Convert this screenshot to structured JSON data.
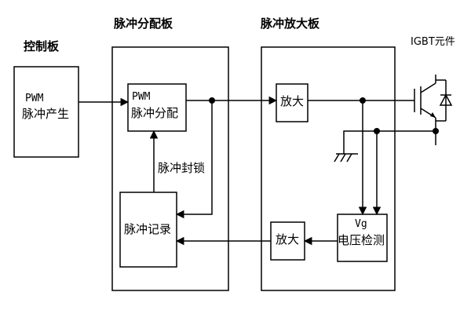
{
  "sections": {
    "control_board": "控制板",
    "pulse_dist_board": "脉冲分配板",
    "pulse_amp_board": "脉冲放大板",
    "igbt_element": "IGBT元件"
  },
  "blocks": {
    "pwm_gen": {
      "line1": "PWM",
      "line2": "脉冲产生"
    },
    "pwm_dist": {
      "line1": "PWM",
      "line2": "脉冲分配"
    },
    "pulse_record": "脉冲记录",
    "amp_top": "放大",
    "amp_bottom": "放大",
    "vg_detect": {
      "line1": "Vg",
      "line2": "电压检测"
    }
  },
  "labels": {
    "pulse_lock": "脉冲封锁"
  }
}
